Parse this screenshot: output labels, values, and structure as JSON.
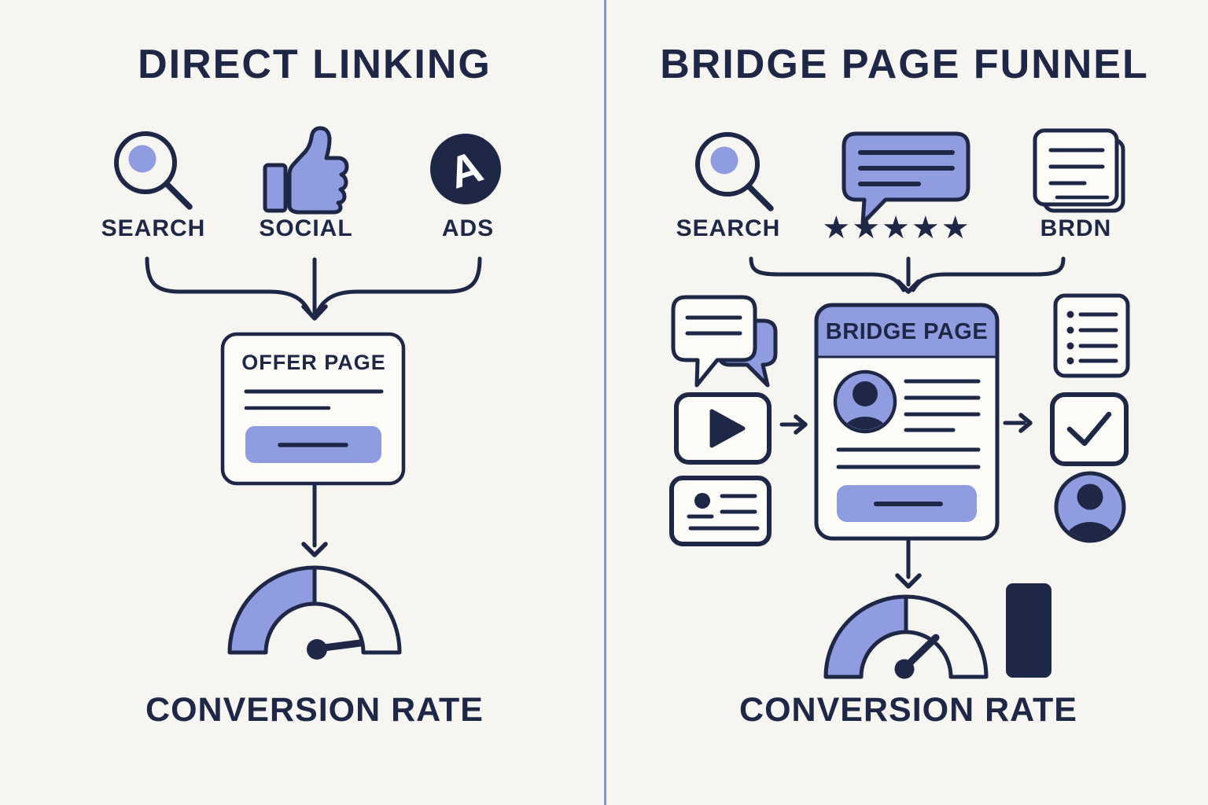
{
  "colors": {
    "navy": "#1e2746",
    "blue": "#8f9ce0",
    "bg": "#f7f5f1",
    "card": "#fdfcf9",
    "divider": "#7e97d6",
    "white": "#ffffff"
  },
  "left_panel": {
    "title": "DIRECT LINKING",
    "source_labels": {
      "search": "SEARCH",
      "social": "SOCIAL",
      "ads": "ADS"
    },
    "ads_letter": "A",
    "offer_page_title": "OFFER PAGE",
    "conversion_label": "CONVERSION RATE"
  },
  "right_panel": {
    "title": "BRIDGE PAGE FUNNEL",
    "source_labels": {
      "search": "SEARCH",
      "reviews_stars": "★★★★★",
      "brand": "BRDN"
    },
    "bridge_page_title": "BRIDGE PAGE",
    "conversion_label": "CONVERSION RATE"
  }
}
